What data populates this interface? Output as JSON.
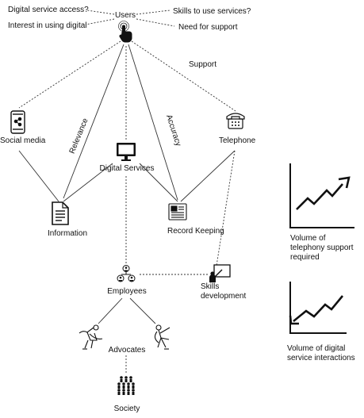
{
  "nodes": {
    "users": "Users",
    "digital_service_access": "Digital service access?",
    "interest_in_using_digital": "Interest in using digital",
    "skills_to_use_services": "Skills to use services?",
    "need_for_support": "Need for support",
    "social_media": "Social media",
    "telephone": "Telephone",
    "digital_services": "Digital Services",
    "information": "Information",
    "record_keeping": "Record Keeping",
    "employees": "Employees",
    "skills_development": "Skills development",
    "advocates": "Advocates",
    "society": "Society"
  },
  "edge_labels": {
    "support": "Support",
    "relevance": "Relevance",
    "accuracy": "Accuracy"
  },
  "trends": {
    "telephony": "Volume of telephony support required",
    "digital": "Volume of digital service interactions"
  },
  "icons": [
    "pointing-hand-icon",
    "smartphone-share-icon",
    "telephone-icon",
    "monitor-icon",
    "document-icon",
    "newspaper-icon",
    "team-icon",
    "presentation-board-icon",
    "superhero-icon",
    "crowd-icon",
    "trend-up-icon",
    "trend-down-up-icon"
  ]
}
